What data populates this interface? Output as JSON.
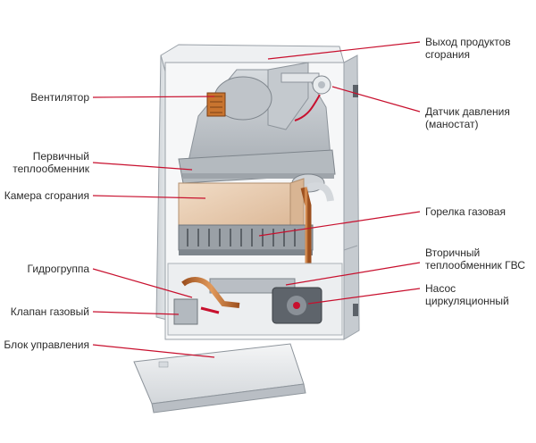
{
  "labels": {
    "left": {
      "fan": "Вентилятор",
      "primary_hx": "Первичный\nтеплообменник",
      "combustion_chamber": "Камера сгорания",
      "hydro_group": "Гидрогруппа",
      "gas_valve": "Клапан газовый",
      "control_unit": "Блок управления"
    },
    "right": {
      "flue_outlet": "Выход продуктов\nсгорания",
      "pressure_sensor": "Датчик давления\n(маностат)",
      "gas_burner": "Горелка газовая",
      "secondary_hx": "Вторичный\nтеплообменник ГВС",
      "pump": "Насос\nциркуляционный"
    }
  },
  "colors": {
    "leader_line": "#c8102e",
    "cabinet": "#e3e6e9",
    "chamber": "#e8ccb0",
    "copper": "#c9712e",
    "steel": "#b9bec4"
  }
}
